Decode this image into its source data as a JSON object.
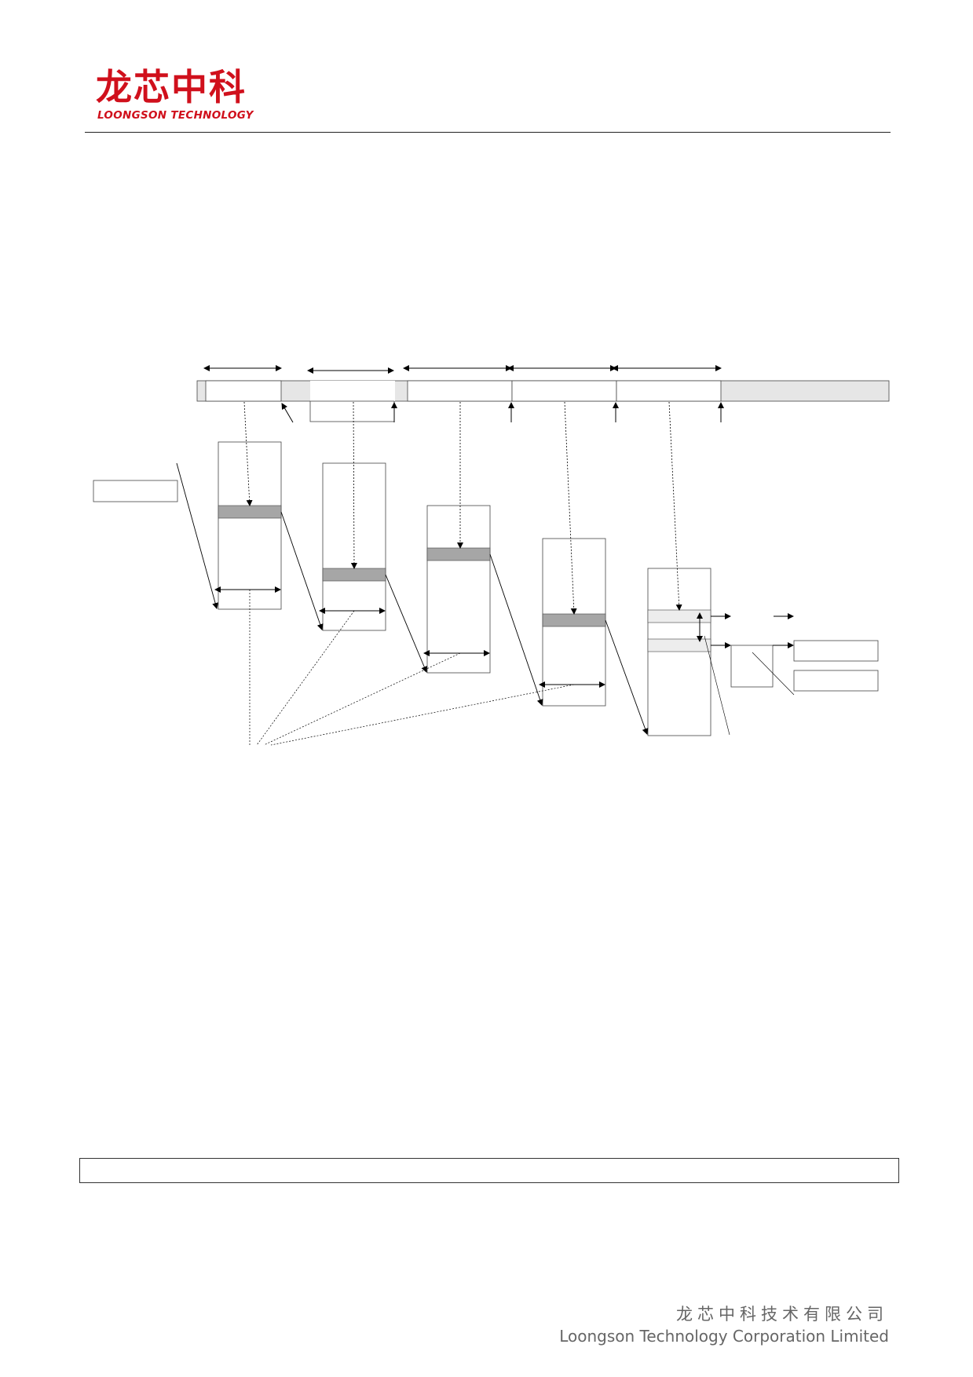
{
  "header": {
    "logo_cn": "龙芯中科",
    "logo_en": "LOONGSON TECHNOLOGY",
    "brand_color": "#d0101c"
  },
  "footer": {
    "company_cn": "龙芯中科技术有限公司",
    "company_en": "Loongson Technology Corporation Limited",
    "text_color": "#666666"
  },
  "diagram": {
    "highlight_color": "#a6a6a6",
    "fill_light": "#e6e6e6",
    "fill_pale": "#ededed"
  }
}
